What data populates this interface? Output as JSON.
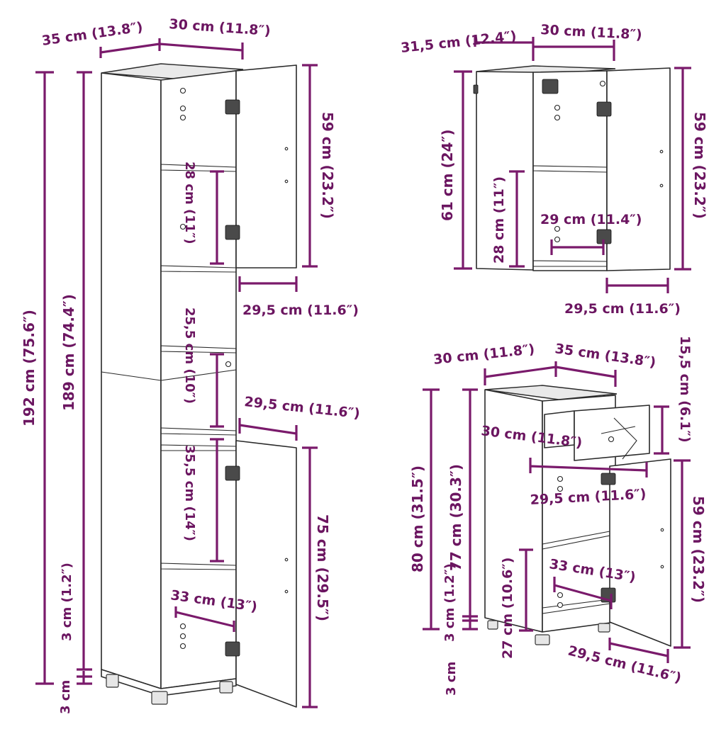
{
  "colors": {
    "dimension": "#7a1a6b",
    "outline": "#2a2a2a"
  },
  "tall_cabinet": {
    "depth": "35 cm (13.8″)",
    "width": "30 cm (11.8″)",
    "total_height": "192 cm (75.6″)",
    "body_height": "189 cm (74.4″)",
    "foot_height": "3 cm (1.2″)",
    "upper_door_height": "59 cm (23.2″)",
    "upper_shelf_gap": "28 cm (11″)",
    "upper_door_width": "29,5 cm (11.6″)",
    "open_shelf_gap": "25,5 cm (10″)",
    "open_shelf_width": "29,5 cm (11.6″)",
    "lower_shelf_gap": "35,5 cm (14″)",
    "lower_door_height": "75 cm (29.5″)",
    "inner_depth": "33 cm (13″)"
  },
  "wall_cabinet": {
    "depth": "31,5 cm (12.4″)",
    "width": "30 cm (11.8″)",
    "total_height": "61 cm (24″)",
    "door_height": "59 cm (23.2″)",
    "shelf_gap": "28 cm (11″)",
    "inner_width": "29 cm (11.4″)",
    "door_width": "29,5 cm (11.6″)"
  },
  "drawer_cabinet": {
    "width": "30 cm (11.8″)",
    "depth": "35 cm (13.8″)",
    "drawer_height": "15,5 cm (6.1″)",
    "drawer_width": "30 cm (11.8″)",
    "drawer_front_width": "29,5 cm (11.6″)",
    "total_height": "80 cm (31.5″)",
    "body_height": "77 cm (30.3″)",
    "door_height": "59 cm (23.2″)",
    "shelf_gap": "27 cm (10.6″)",
    "inner_depth": "33 cm (13″)",
    "foot_height": "3 cm (1.2″)",
    "door_width": "29,5 cm (11.6″)"
  }
}
